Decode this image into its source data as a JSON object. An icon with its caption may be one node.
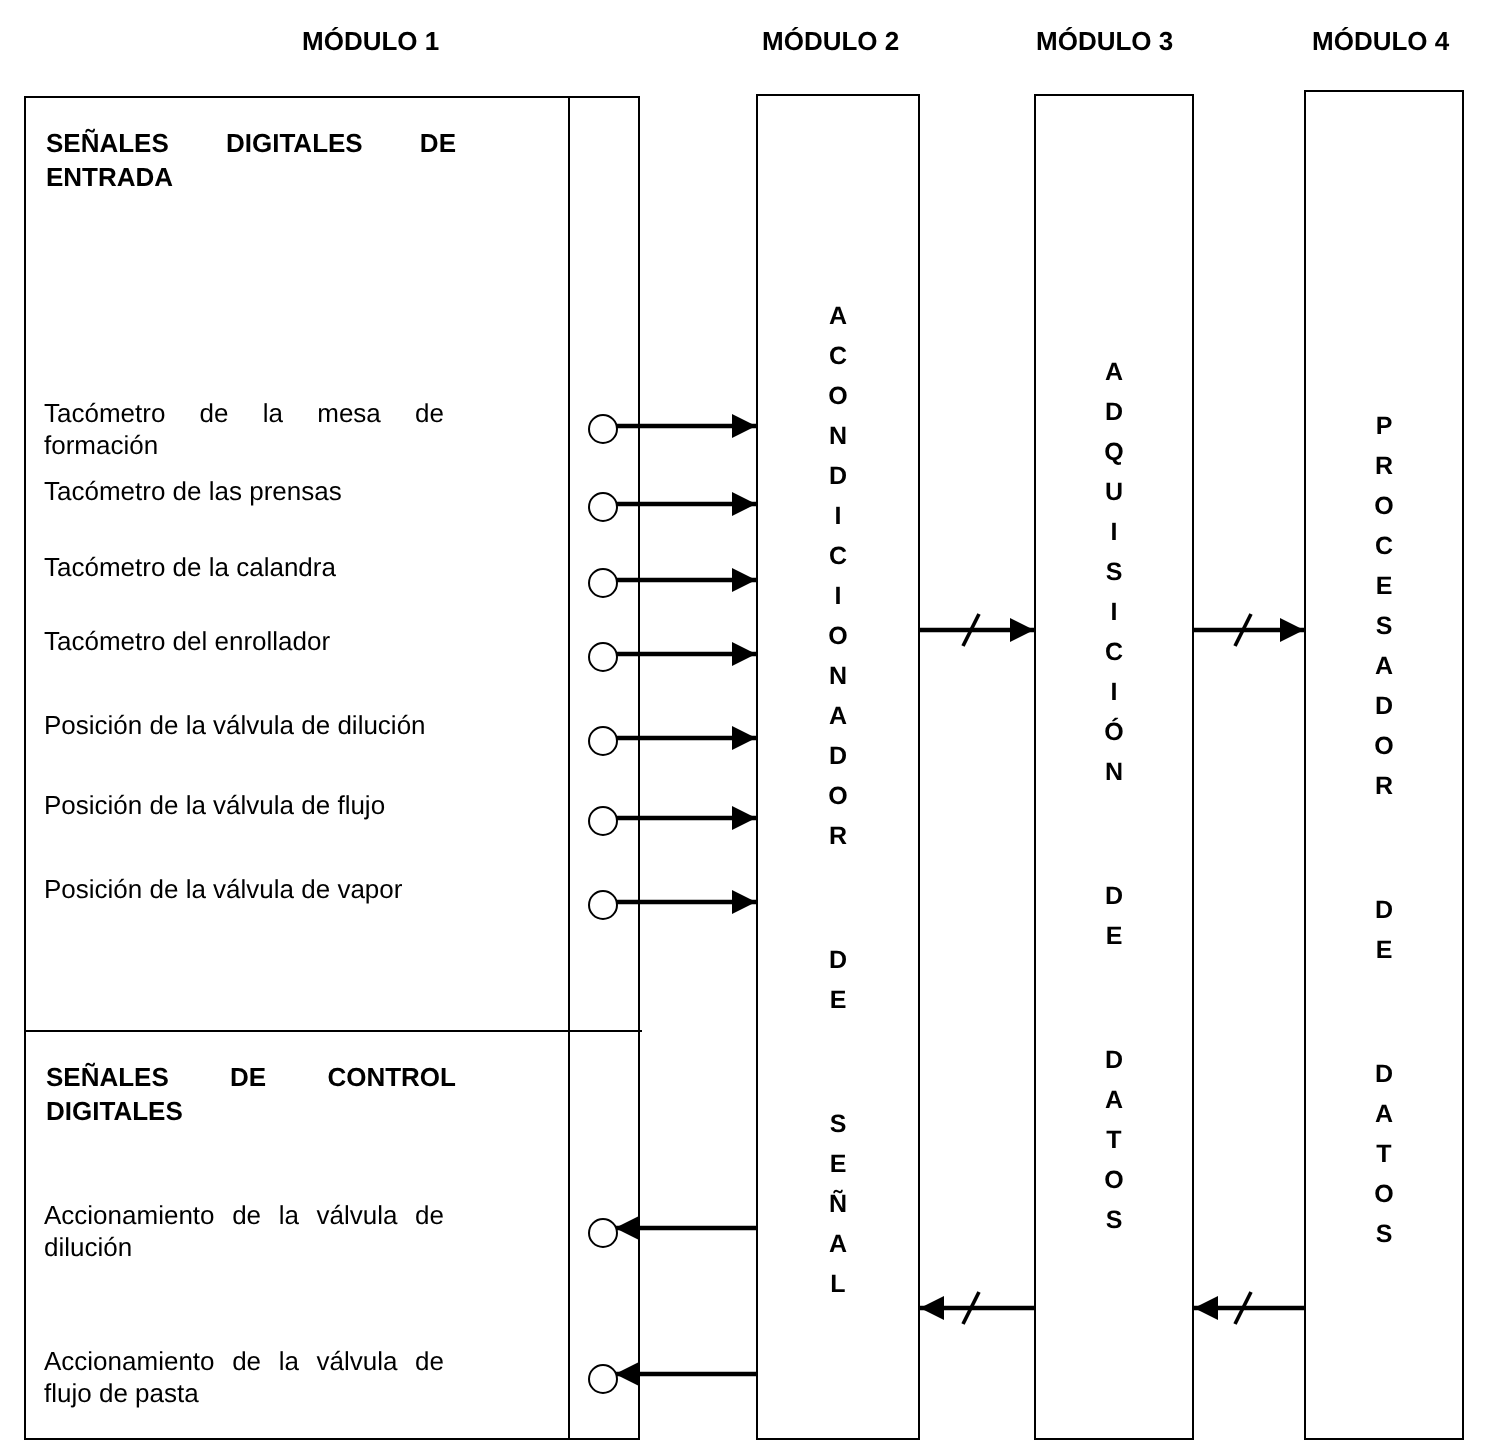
{
  "diagram": {
    "nodes": [
      {
        "text": [
          "MÓDULO 1"
        ]
      },
      {
        "text": [
          "SEÑALES DIGITALES DE ENTRADA"
        ],
        "in": 0
      },
      {
        "text": [],
        "shape": "circle",
        "in": 1
      },
      {
        "text": [],
        "shape": "circle",
        "in": 1
      },
      {
        "text": [],
        "shape": "circle",
        "in": 1
      },
      {
        "text": [],
        "shape": "circle",
        "in": 1
      },
      {
        "text": [],
        "shape": "circle",
        "in": 1
      },
      {
        "text": [],
        "shape": "circle",
        "in": 1
      },
      {
        "text": [],
        "shape": "circle",
        "in": 1
      },
      {
        "text": [
          "SEÑALES DE CONTROL DIGITALES"
        ],
        "in": 0
      },
      {
        "text": [],
        "shape": "circle",
        "in": 9
      },
      {
        "text": [],
        "shape": "circle",
        "in": 9
      },
      {
        "text": [
          "MÓDULO 2",
          "ACONDICIONADOR DE SEÑAL"
        ]
      },
      {
        "text": [
          "MÓDULO 3",
          "ADQUISICIÓN DE DATOS"
        ]
      },
      {
        "text": [
          "MÓDULO 4",
          "PROCESADOR DE DATOS"
        ]
      }
    ],
    "edges": [
      {
        "from": 2,
        "to": 12,
        "arrow": "to"
      },
      {
        "from": 3,
        "to": 12,
        "arrow": "to"
      },
      {
        "from": 4,
        "to": 12,
        "arrow": "to"
      },
      {
        "from": 5,
        "to": 12,
        "arrow": "to"
      },
      {
        "from": 6,
        "to": 12,
        "arrow": "to"
      },
      {
        "from": 7,
        "to": 12,
        "arrow": "to"
      },
      {
        "from": 8,
        "to": 12,
        "arrow": "to"
      },
      {
        "from": 12,
        "to": 13,
        "arrow": "to"
      },
      {
        "from": 13,
        "to": 14,
        "arrow": "to"
      },
      {
        "from": 14,
        "to": 13,
        "arrow": "to"
      },
      {
        "from": 13,
        "to": 12,
        "arrow": "to"
      },
      {
        "from": 12,
        "to": 10,
        "arrow": "to"
      },
      {
        "from": 12,
        "to": 11,
        "arrow": "to"
      }
    ],
    "labels": [
      "Tacómetro de la mesa de formación",
      "Tacómetro de las prensas",
      "Tacómetro de la calandra",
      "Tacómetro del enrollador",
      "Posición de la válvula de dilución",
      "Posición de la válvula de flujo",
      "Posición de la válvula de vapor",
      "Accionamiento de la válvula de dilución",
      "Accionamiento de la válvula de flujo de pasta"
    ]
  }
}
